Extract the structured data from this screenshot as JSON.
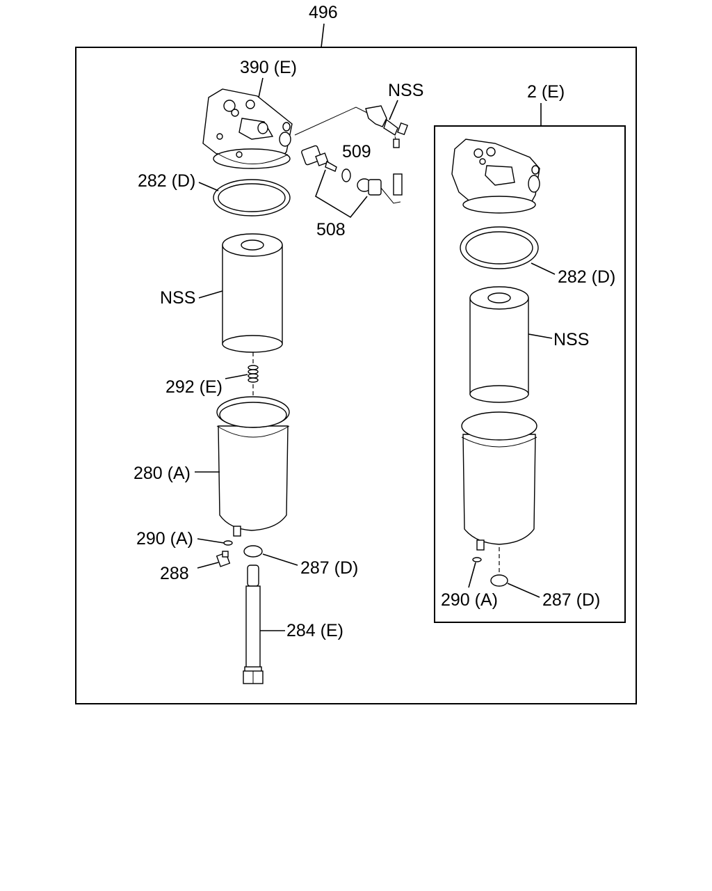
{
  "callouts": {
    "assembly": "496",
    "header": "390 (E)",
    "nss_sensor": "NSS",
    "sensor_kit": "508",
    "o_ring": "509",
    "seal_main": "282 (D)",
    "element_main": "NSS",
    "spring": "292 (E)",
    "bowl": "280 (A)",
    "drain_seal": "290 (A)",
    "drain_plug": "288",
    "washer": "287 (D)",
    "bolt": "284 (E)",
    "kit": "2 (E)",
    "kit_seal": "282 (D)",
    "kit_element": "NSS",
    "kit_drain_seal": "290 (A)",
    "kit_washer": "287 (D)"
  }
}
